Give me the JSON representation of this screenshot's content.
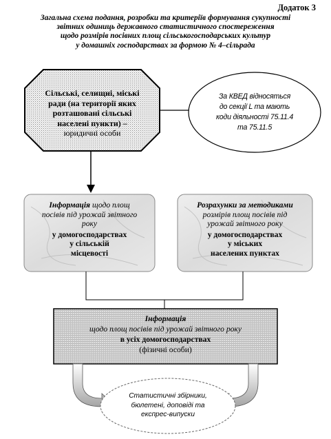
{
  "header": {
    "appendix": "Додаток 3",
    "title_lines": [
      "Загальна схема подання, розробки та критеріїв формування сукупності",
      "звітних одиниць державного статистичного спостереження",
      "щодо розмірів посівних площ сільськогосподарських культур",
      "у домашніх господарствах за формою № 4–сільрада"
    ]
  },
  "councils": {
    "line1": "Сільські, селищні, міські",
    "line2": "ради (на території яких",
    "line3": "розташовані сільські",
    "line4": "населені пункти) –",
    "line5": "юридичні особи"
  },
  "kved_note": {
    "line1": "За КВЕД відносяться",
    "line2": "до секції L та мають",
    "line3": "коди діяльності 75.11.4",
    "line4": "та 75.11.5"
  },
  "info_rural": {
    "head": "Інформація",
    "head_rest": " щодо площ",
    "line2": "посівів під урожай звітного",
    "line3": "року",
    "line4": "у домогосподарствах",
    "line5": "у сільській",
    "line6": "місцевості"
  },
  "calc_urban": {
    "head": "Розрахунки за методиками",
    "line2": "розмірів площ посівів під",
    "line3": "урожай звітного року",
    "line4": "у домогосподарствах",
    "line5": "у міських",
    "line6": "населених пунктах"
  },
  "info_all": {
    "head": "Інформація",
    "line2": "щодо площ посівів під урожай звітного року",
    "line3": "в усіх домогосподарствах",
    "line4": "(фізичні особи)"
  },
  "outputs": {
    "line1": "Статистичні збірники,",
    "line2": "бюлетені, доповіді та",
    "line3": "експрес-випуски"
  }
}
